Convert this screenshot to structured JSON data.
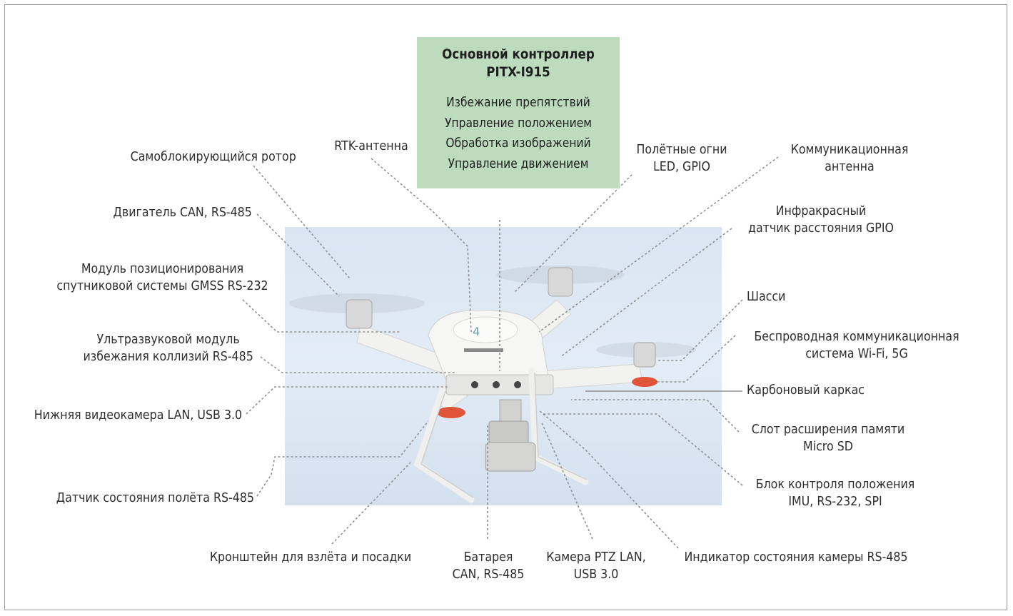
{
  "controller": {
    "title_line1": "Основной контроллер",
    "title_line2": "PITX-I915",
    "functions": [
      "Избежание препятствий",
      "Управление положением",
      "Обработка изображений",
      "Управление движением"
    ]
  },
  "labels": {
    "self_locking_rotor": "Самоблокирующийся ротор",
    "rtk_antenna": "RTK-антенна",
    "flight_lights": [
      "Полётные огни",
      "LED, GPIO"
    ],
    "comm_antenna": [
      "Коммуникационная",
      "антенна"
    ],
    "motor": "Двигатель CAN, RS-485",
    "ir_sensor": [
      "Инфракрасный",
      "датчик расстояния GPIO"
    ],
    "gnss_module": [
      "Модуль позиционирования",
      "спутниковой системы GMSS RS-232"
    ],
    "chassis": "Шасси",
    "ultrasonic": [
      "Ультразвуковой модуль",
      "избежания коллизий RS-485"
    ],
    "wireless": [
      "Беспроводная коммуникационная",
      "система Wi-Fi, 5G"
    ],
    "carbon_frame": "Карбоновый каркас",
    "bottom_camera": "Нижняя видеокамера LAN, USB 3.0",
    "memory_slot": [
      "Слот расширения памяти",
      "Micro SD"
    ],
    "flight_sensor": "Датчик состояния полёта RS-485",
    "imu": [
      "Блок контроля положения",
      "IMU, RS-232, SPI"
    ],
    "landing_bracket": "Кронштейн для взлёта и посадки",
    "battery": [
      "Батарея",
      "CAN, RS-485"
    ],
    "ptz_camera": [
      "Камера PTZ LAN,",
      "USB 3.0"
    ],
    "camera_indicator": "Индикатор состояния камеры RS-485"
  },
  "colors": {
    "controller_box": "#bcdcbd",
    "leader_line": "#8f8f8f",
    "frame_border": "#9a9a9a",
    "sky": "#dde7f3",
    "drone_body": "#f5f5f3",
    "led_red": "#e0553a"
  }
}
